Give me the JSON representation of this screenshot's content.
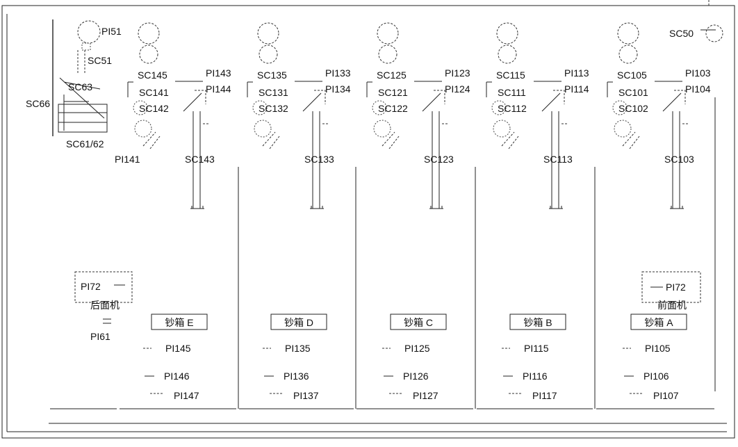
{
  "top": {
    "pi51": "PI51",
    "sc51": "SC51",
    "sc63": "SC63",
    "sc66": "SC66",
    "sc6162": "SC61/62",
    "sc50": "SC50"
  },
  "units": [
    {
      "box": "钞箱 E",
      "sc_a": "SC145",
      "sc_b": "SC141",
      "sc_c": "SC142",
      "pi_a": "PI143",
      "pi_b": "PI144",
      "sc_col": "SC143",
      "pi_bottom": "PI141",
      "pi_1": "PI145",
      "pi_2": "PI146",
      "pi_3": "PI147"
    },
    {
      "box": "钞箱 D",
      "sc_a": "SC135",
      "sc_b": "SC131",
      "sc_c": "SC132",
      "pi_a": "PI133",
      "pi_b": "PI134",
      "sc_col": "SC133",
      "pi_1": "PI135",
      "pi_2": "PI136",
      "pi_3": "PI137"
    },
    {
      "box": "钞箱 C",
      "sc_a": "SC125",
      "sc_b": "SC121",
      "sc_c": "SC122",
      "pi_a": "PI123",
      "pi_b": "PI124",
      "sc_col": "SC123",
      "pi_1": "PI125",
      "pi_2": "PI126",
      "pi_3": "PI127"
    },
    {
      "box": "钞箱 B",
      "sc_a": "SC115",
      "sc_b": "SC111",
      "sc_c": "SC112",
      "pi_a": "PI113",
      "pi_b": "PI114",
      "sc_col": "SC113",
      "pi_1": "PI115",
      "pi_2": "PI116",
      "pi_3": "PI117"
    },
    {
      "box": "钞箱 A",
      "sc_a": "SC105",
      "sc_b": "SC101",
      "sc_c": "SC102",
      "pi_a": "PI103",
      "pi_b": "PI104",
      "sc_col": "SC103",
      "pi_1": "PI105",
      "pi_2": "PI106",
      "pi_3": "PI107"
    }
  ],
  "panels": {
    "rear_pi": "PI72",
    "rear_label": "后面机",
    "rear_pi61": "PI61",
    "front_pi": "PI72",
    "front_label": "前面机"
  }
}
